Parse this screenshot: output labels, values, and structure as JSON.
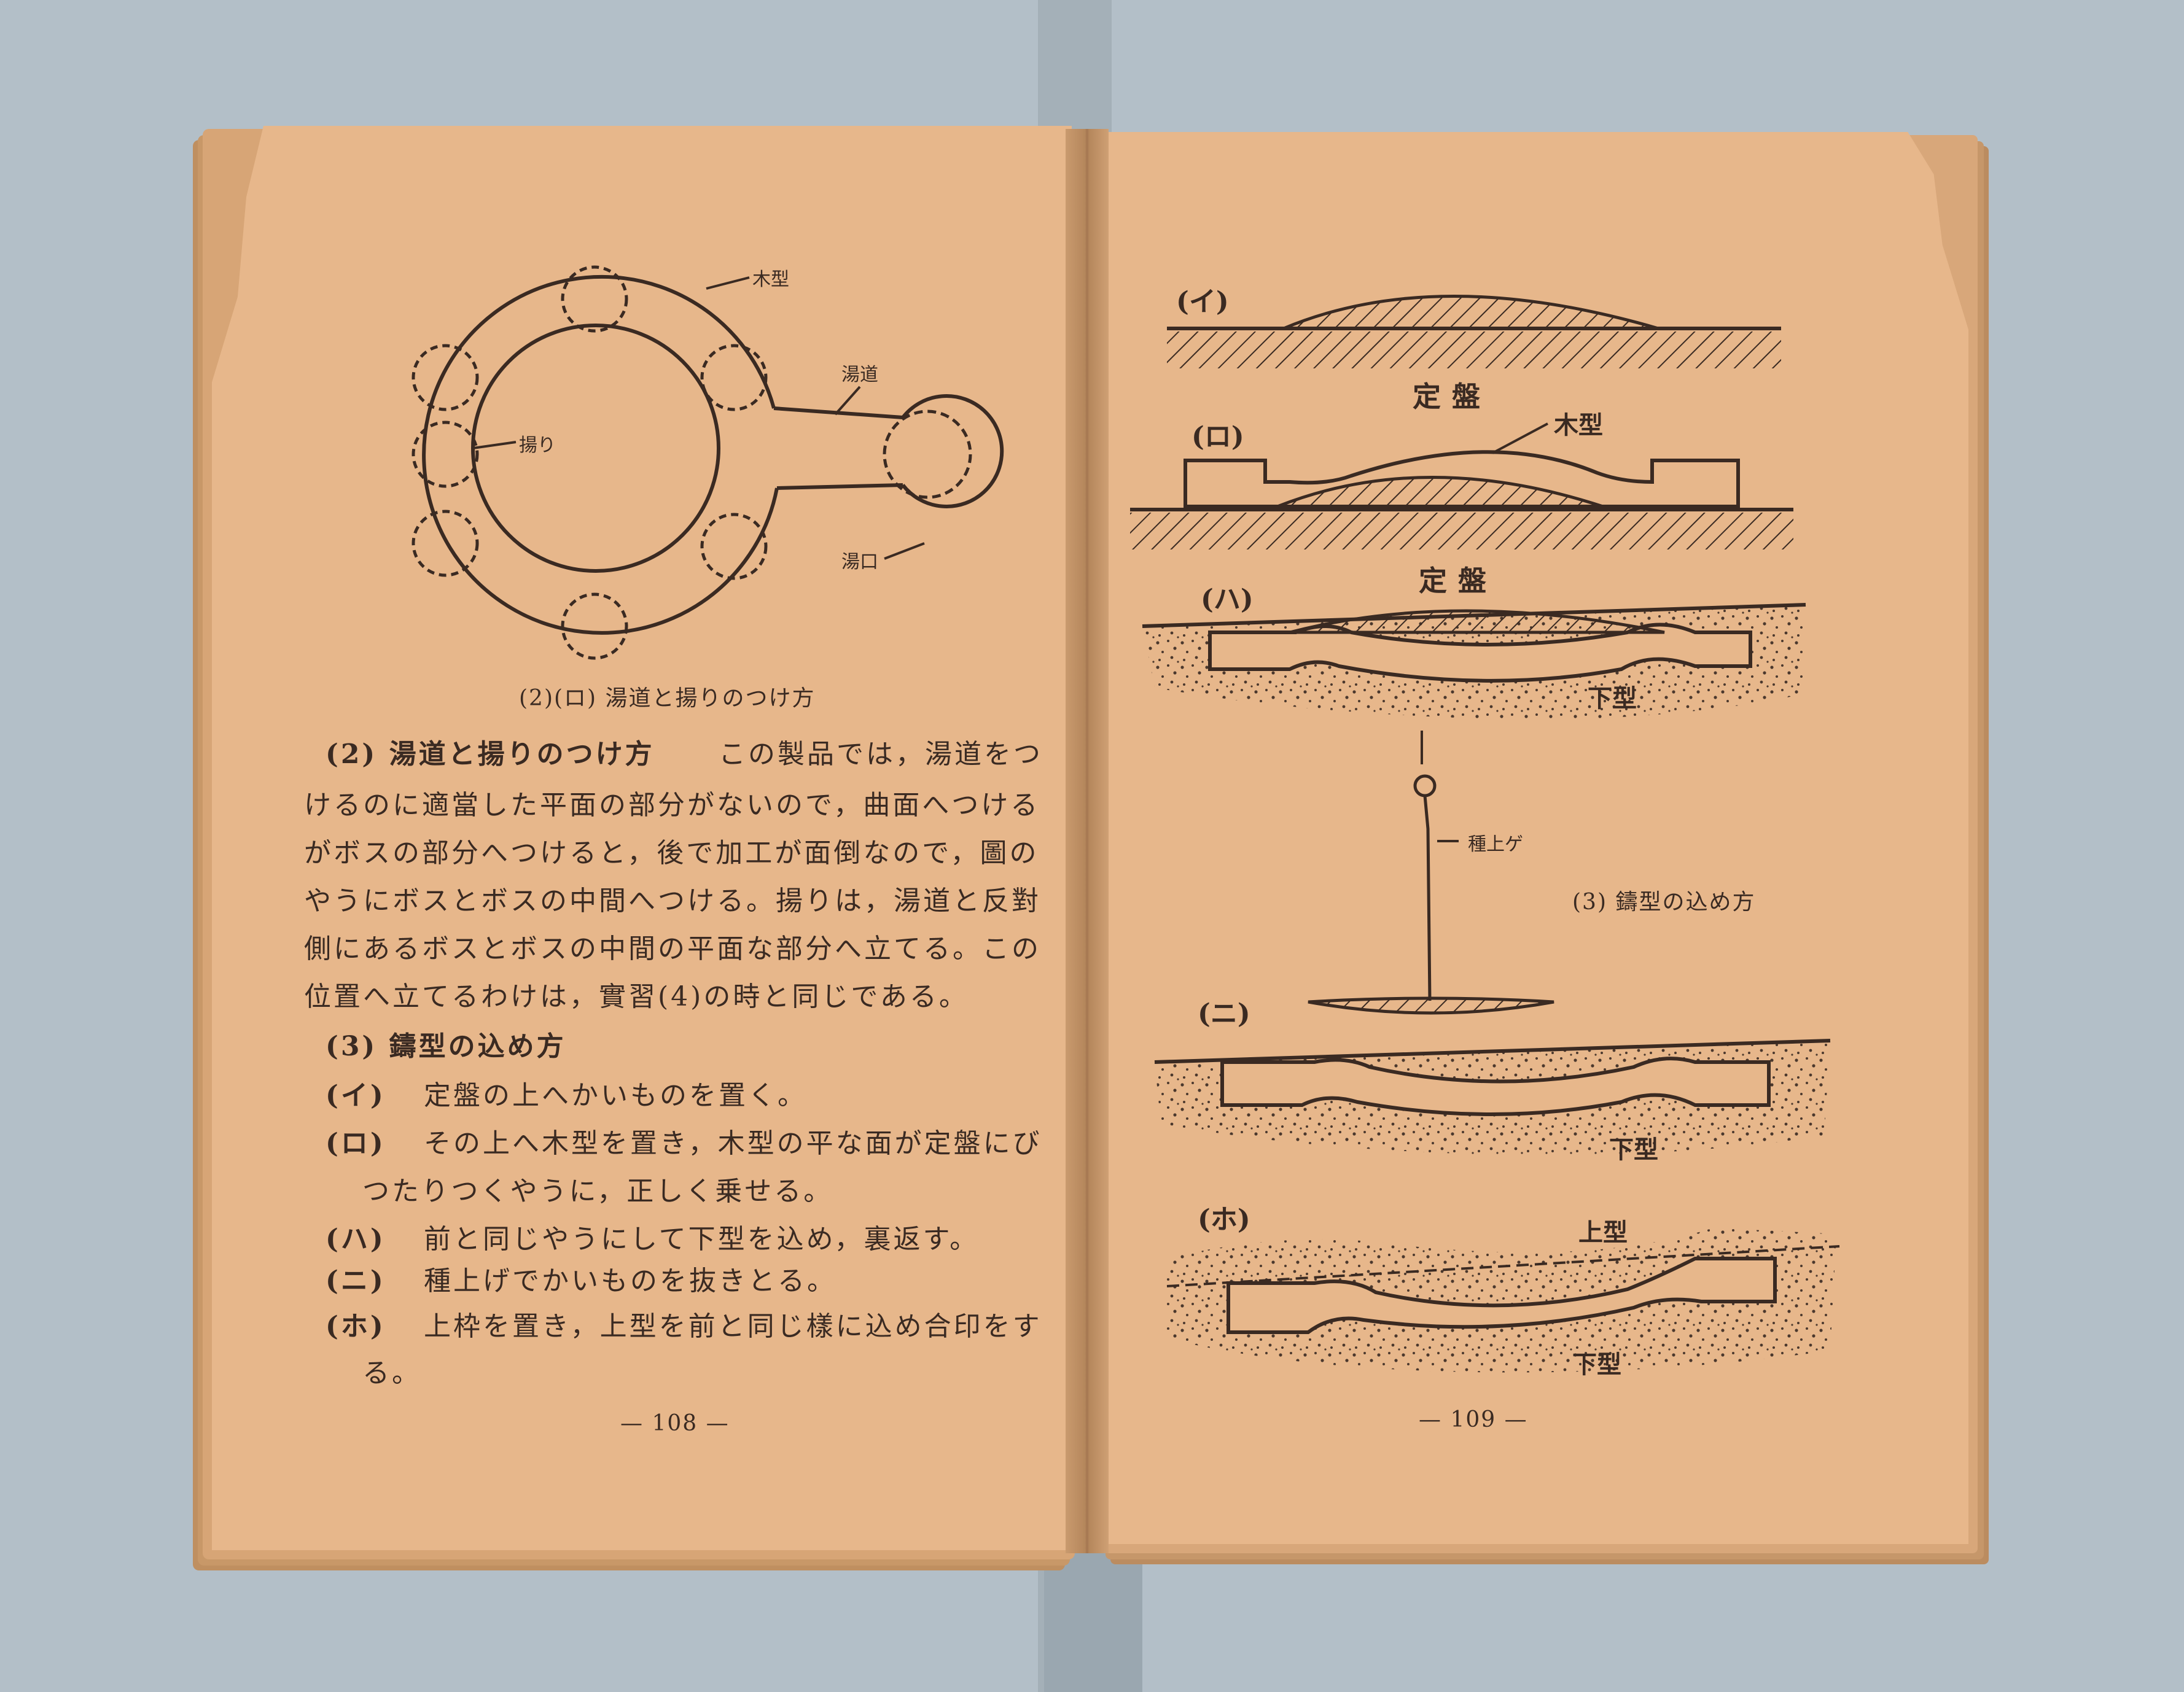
{
  "left_page": {
    "figure": {
      "labels": {
        "wood_pattern": "木型",
        "runner": "湯道",
        "riser": "揚り",
        "sprue": "湯口"
      },
      "caption": "(2)(ロ)  湯道と揚りのつけ方"
    },
    "body": {
      "heading": "(2) 湯道と揚りのつけ方",
      "paragraph_lines": [
        "この製品では，湯道をつ",
        "けるのに適當した平面の部分がないので，曲面へつける",
        "がボスの部分へつけると，後で加工が面倒なので，圖の",
        "やうにボスとボスの中間へつける。揚りは，湯道と反對",
        "側にあるボスとボスの中間の平面な部分へ立てる。この",
        "位置へ立てるわけは，實習(4)の時と同じである。"
      ],
      "section3_heading": "(3) 鑄型の込め方",
      "steps": [
        {
          "label": "(イ)",
          "text": "定盤の上へかいものを置く。"
        },
        {
          "label": "(ロ)",
          "text": "その上へ木型を置き，木型の平な面が定盤にび"
        },
        {
          "label": "",
          "text": "つたりつくやうに，正しく乗せる。"
        },
        {
          "label": "(ハ)",
          "text": "前と同じやうにして下型を込め，裏返す。"
        },
        {
          "label": "(ニ)",
          "text": "種上げでかいものを抜きとる。"
        },
        {
          "label": "(ホ)",
          "text": "上枠を置き，上型を前と同じ樣に込め合印をす"
        },
        {
          "label": "",
          "text": "る。"
        }
      ]
    },
    "page_number": "— 108 —"
  },
  "right_page": {
    "figure": {
      "panel_labels": [
        "(イ)",
        "(ロ)",
        "(ハ)",
        "(ニ)",
        "(ホ)"
      ],
      "surface_plate": "定盤",
      "wood_pattern": "木型",
      "lower_mold": "下型",
      "upper_mold": "上型",
      "seed_lifter": "種上ゲ",
      "caption": "(3)  鑄型の込め方"
    },
    "page_number": "— 109 —"
  },
  "colors": {
    "background": "#b3bfc8",
    "paper": "#e7b78b",
    "ink": "#3a2a22"
  }
}
